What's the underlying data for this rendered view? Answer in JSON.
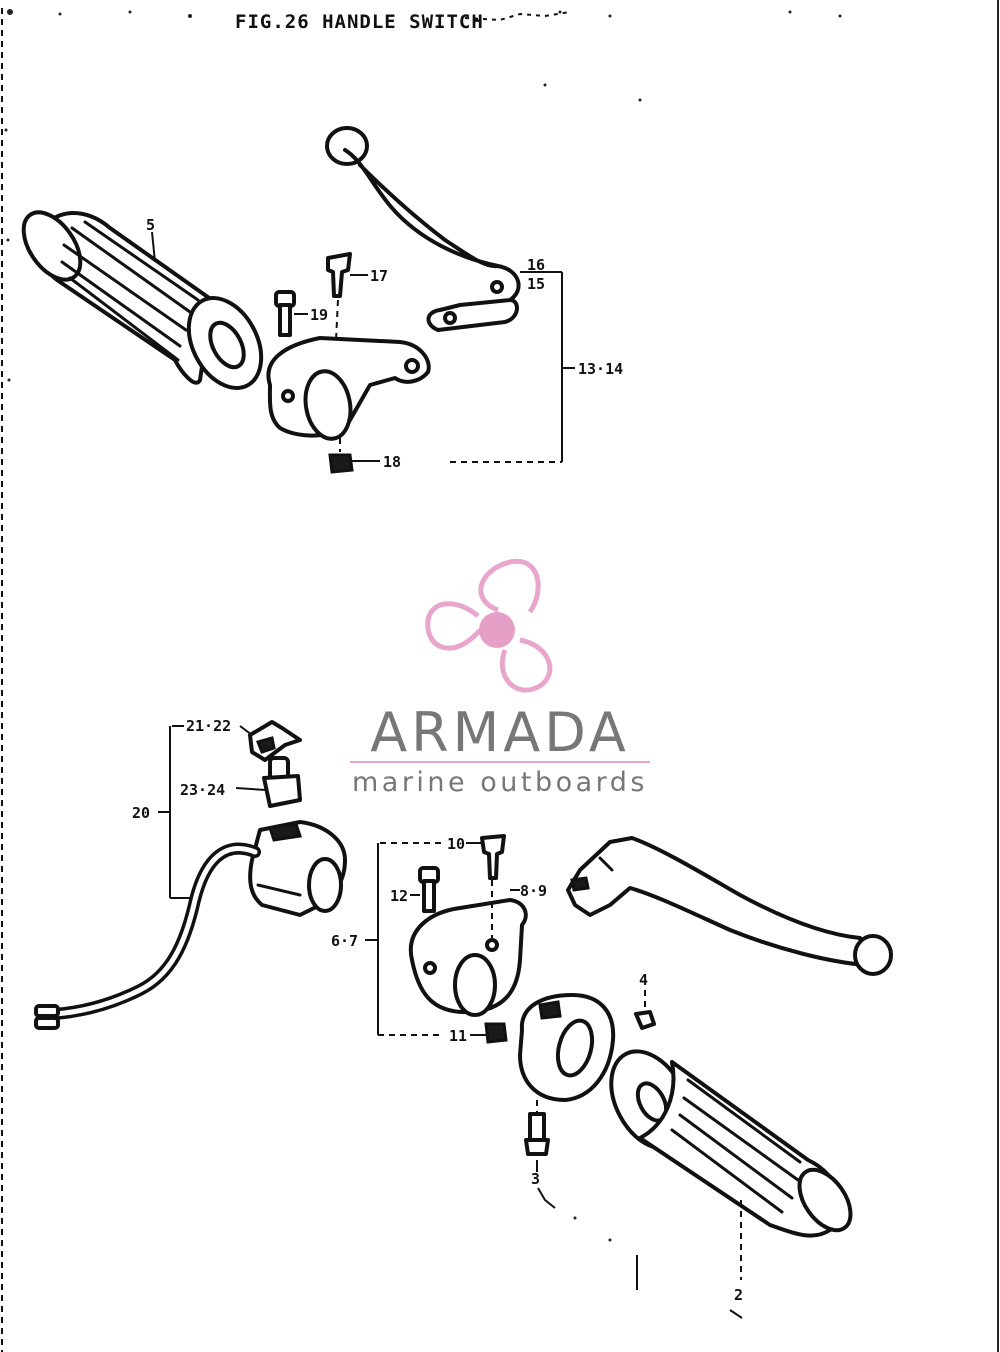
{
  "figure": {
    "title": "FIG.26  HANDLE SWITCH"
  },
  "callouts": {
    "c5": "5",
    "c17": "17",
    "c19": "19",
    "c16": "16",
    "c15": "15",
    "c1314": "13·14",
    "c18": "18",
    "c2122": "21·22",
    "c2324": "23·24",
    "c20": "20",
    "c10": "10",
    "c12": "12",
    "c89": "8·9",
    "c67": "6·7",
    "c11": "11",
    "c4": "4",
    "c3": "3",
    "c2": "2"
  },
  "watermark": {
    "name": "ARMADA",
    "tagline": "marine outboards",
    "colors": {
      "propeller": "#e8a6cc",
      "hub": "#e6a0c8",
      "text": "#777777",
      "rule": "#e8a6cc"
    }
  }
}
